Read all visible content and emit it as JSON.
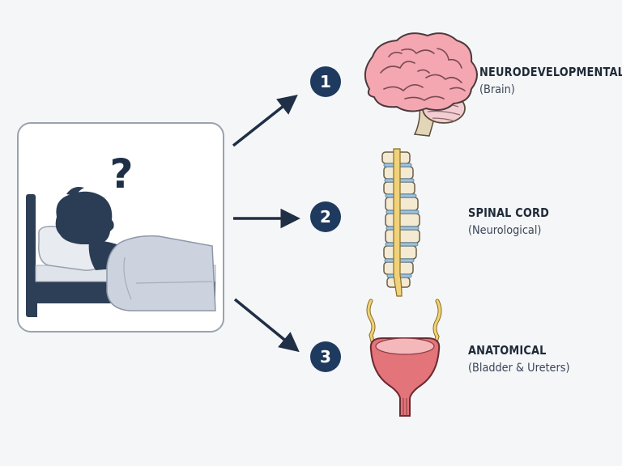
{
  "question_mark": "?",
  "colors": {
    "navy": "#1f3a5f",
    "brain_pink": "#f4a7b0",
    "bladder_red": "#e2747a",
    "spine_yellow": "#f0d27a",
    "disc_blue": "#9cc3e0"
  },
  "causes": [
    {
      "number": "1",
      "title": "NEURODEVELOPMENTAL",
      "subtitle": "(Brain)",
      "icon": "brain-icon"
    },
    {
      "number": "2",
      "title": "SPINAL CORD",
      "subtitle": "(Neurological)",
      "icon": "spine-icon"
    },
    {
      "number": "3",
      "title": "ANATOMICAL",
      "subtitle": "(Bladder & Ureters)",
      "icon": "bladder-icon"
    }
  ]
}
